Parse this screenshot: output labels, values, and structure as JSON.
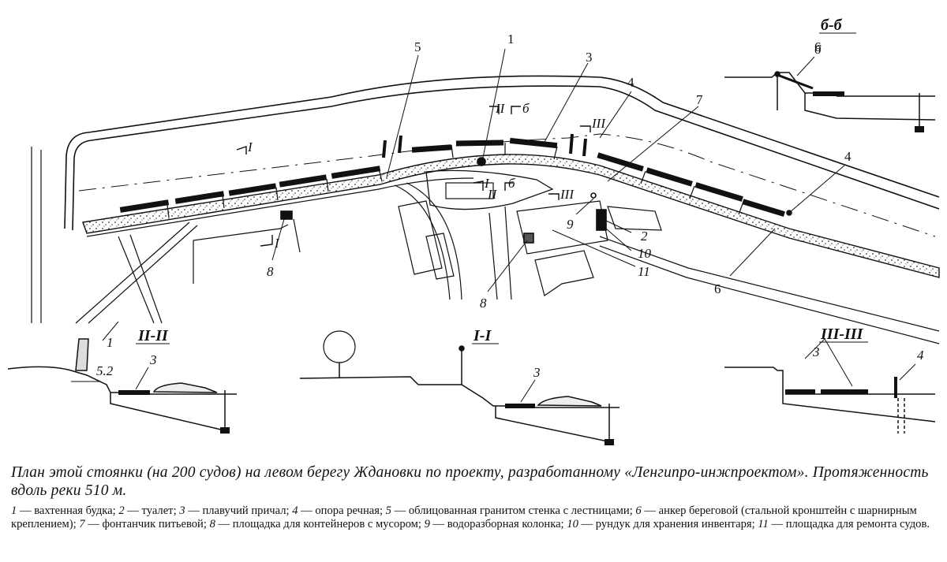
{
  "plan": {
    "labels": {
      "l1": "1",
      "l2": "2",
      "l3": "3",
      "l4a": "4",
      "l4b": "4",
      "l5": "5",
      "l6a": "6",
      "l6b": "6",
      "l7": "7",
      "l8a": "8",
      "l8b": "8",
      "l9": "9",
      "l10": "10",
      "l11": "11"
    },
    "cut_marks": {
      "c_I_top": "I",
      "c_I_left": "I",
      "c_I_mid": "I",
      "c_II_top": "II",
      "c_II_mid": "II",
      "c_b_top": "б",
      "c_b_mid": "б",
      "c_III_top": "III",
      "c_III_mid": "III"
    }
  },
  "sections": {
    "bb": {
      "title": "б-б",
      "label_6": "6"
    },
    "II": {
      "title": "II-II",
      "label_1": "1",
      "label_3": "3",
      "dimension": "5.2"
    },
    "I": {
      "title": "I-I",
      "label_3": "3"
    },
    "III": {
      "title": "III-III",
      "label_3": "3",
      "label_4": "4"
    }
  },
  "caption": {
    "title": "План этой стоянки (на 200 судов) на левом берегу Ждановки по проекту, разработанному «Ленгипро-инжпроектом». Протяженность вдоль реки 510 м.",
    "legend": [
      {
        "n": "1",
        "t": "вахтенная будка;"
      },
      {
        "n": "2",
        "t": "туалет;"
      },
      {
        "n": "3",
        "t": "плавучий причал;"
      },
      {
        "n": "4",
        "t": "опора речная;"
      },
      {
        "n": "5",
        "t": "облицованная гранитом стенка с лестницами;"
      },
      {
        "n": "6",
        "t": "анкер береговой (стальной кронштейн с шарнирным креплением);"
      },
      {
        "n": "7",
        "t": "фонтанчик питьевой;"
      },
      {
        "n": "8",
        "t": "площадка для контейнеров с мусором;"
      },
      {
        "n": "9",
        "t": "водоразборная колонка;"
      },
      {
        "n": "10",
        "t": "рундук для хранения инвентаря;"
      },
      {
        "n": "11",
        "t": "площадка для ремонта судов."
      }
    ]
  }
}
